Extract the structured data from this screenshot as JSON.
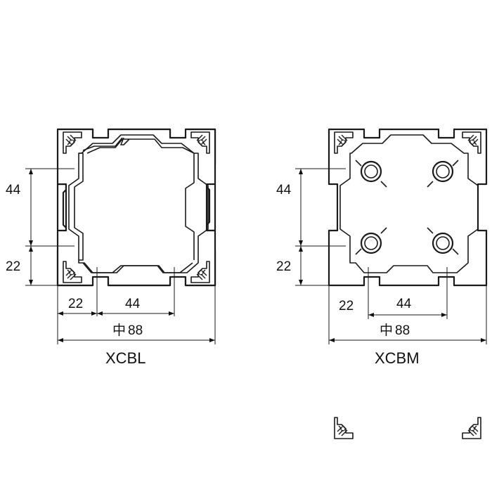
{
  "profiles": [
    {
      "id": "XCBL",
      "caption": "XCBL",
      "dims": {
        "left_top": "44",
        "left_bottom": "22",
        "bottom_left": "22",
        "bottom_mid": "44",
        "overall_symbol": "中",
        "overall_value": "88"
      }
    },
    {
      "id": "XCBM",
      "caption": "XCBM",
      "dims": {
        "left_top": "44",
        "left_bottom": "22",
        "bottom_left": "22",
        "bottom_mid": "44",
        "overall_symbol": "中",
        "overall_value": "88"
      }
    }
  ]
}
